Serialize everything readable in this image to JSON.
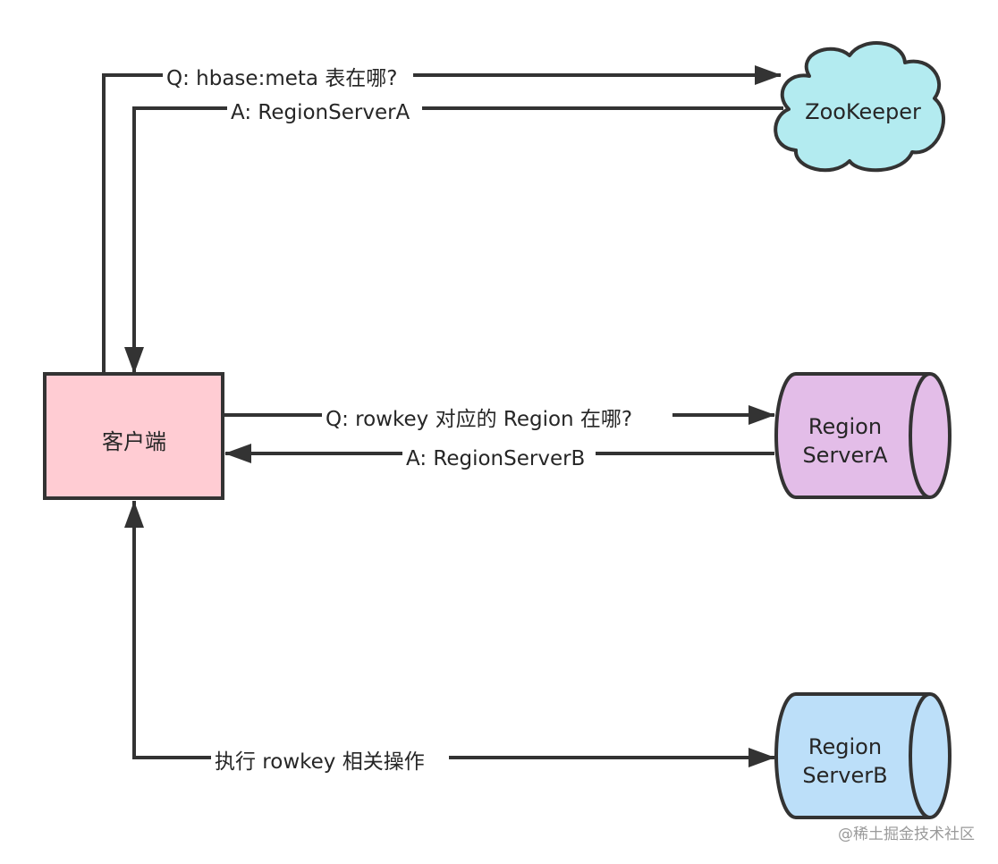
{
  "nodes": {
    "client": {
      "label": "客户端",
      "fill": "#ffccd3"
    },
    "zookeeper": {
      "label": "ZooKeeper",
      "fill": "#b3ebf0"
    },
    "regionserver_a": {
      "label_line1": "Region",
      "label_line2": "ServerA",
      "fill": "#e3bde8"
    },
    "regionserver_b": {
      "label_line1": "Region",
      "label_line2": "ServerB",
      "fill": "#bcdff9"
    }
  },
  "edges": {
    "q_meta": "Q: hbase:meta 表在哪?",
    "a_meta": "A: RegionServerA",
    "q_region": "Q: rowkey 对应的 Region 在哪?",
    "a_region": "A: RegionServerB",
    "op": "执行 rowkey 相关操作"
  },
  "watermark": "@稀土掘金技术社区",
  "colors": {
    "stroke": "#333333",
    "text": "#262626"
  }
}
